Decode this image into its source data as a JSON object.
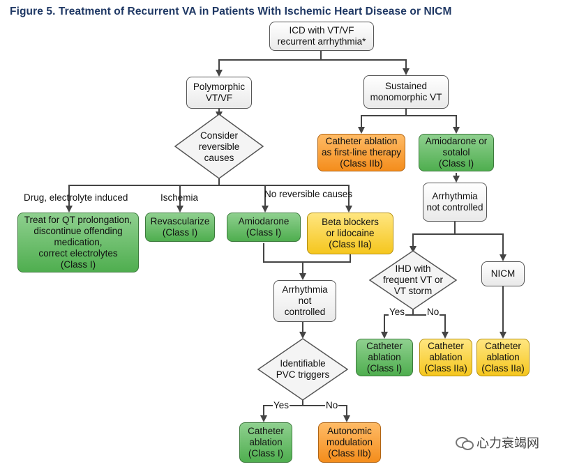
{
  "title": "Figure 5. Treatment of Recurrent VA in Patients With Ischemic Heart Disease or NICM",
  "nodes": {
    "root": "ICD with VT/VF\nrecurrent arrhythmia*",
    "polymorphic": "Polymorphic\nVT/VF",
    "sustained": "Sustained\nmonomorphic VT",
    "consider": "Consider\nreversible\ncauses",
    "cath_first_line": "Catheter ablation\nas first-line therapy\n(Class IIb)",
    "amio_sotalol": "Amiodarone or\nsotalol\n(Class I)",
    "arrhythmia_nc_right": "Arrhythmia\nnot controlled",
    "treat_qt": "Treat for QT prolongation,\ndiscontinue offending\nmedication,\ncorrect electrolytes\n(Class I)",
    "revascularize": "Revascularize\n(Class I)",
    "amiodarone": "Amiodarone\n(Class I)",
    "beta_blockers": "Beta blockers\nor lidocaine\n(Class IIa)",
    "ihd_frequent": "IHD with\nfrequent VT or\nVT storm",
    "nicm": "NICM",
    "arrhythmia_nc_center": "Arrhythmia\nnot controlled",
    "cath_class1_right": "Catheter\nablation\n(Class I)",
    "cath_class2a_mid": "Catheter\nablation\n(Class IIa)",
    "cath_class2a_right": "Catheter\nablation\n(Class IIa)",
    "identifiable_pvc": "Identifiable\nPVC triggers",
    "cath_class1_bottom": "Catheter\nablation\n(Class I)",
    "autonomic": "Autonomic\nmodulation\n(Class IIb)"
  },
  "labels": {
    "drug": "Drug, electrolyte induced",
    "ischemia": "Ischemia",
    "no_reversible": "No reversible causes",
    "yes_right": "Yes",
    "no_right": "No",
    "yes_bottom": "Yes",
    "no_bottom": "No"
  },
  "watermark": "心力衰竭网",
  "colors": {
    "green": "#5cb85c",
    "orange": "#f4911e",
    "yellow": "#f7c928",
    "line": "#444444"
  }
}
